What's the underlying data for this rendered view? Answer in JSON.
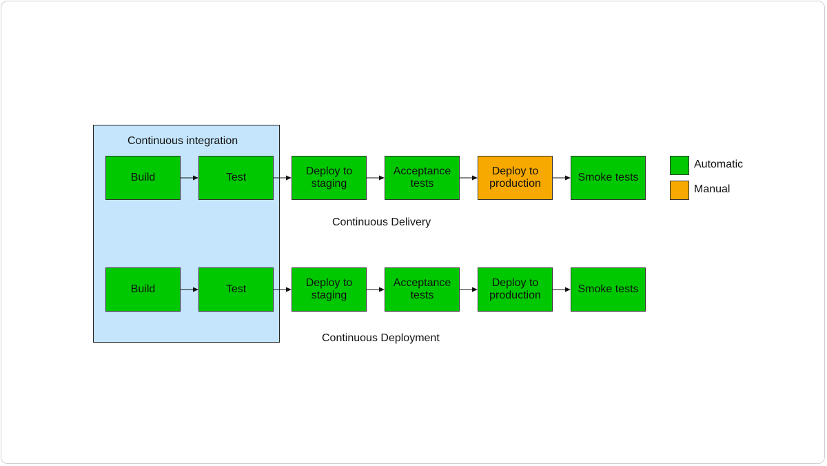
{
  "diagram": {
    "ci_label": "Continuous integration",
    "rows": [
      {
        "label": "Continuous Delivery",
        "stages": [
          {
            "label": "Build",
            "type": "automatic"
          },
          {
            "label": "Test",
            "type": "automatic"
          },
          {
            "label": "Deploy to\nstaging",
            "type": "automatic"
          },
          {
            "label": "Acceptance\ntests",
            "type": "automatic"
          },
          {
            "label": "Deploy to\nproduction",
            "type": "manual"
          },
          {
            "label": "Smoke tests",
            "type": "automatic"
          }
        ]
      },
      {
        "label": "Continuous Deployment",
        "stages": [
          {
            "label": "Build",
            "type": "automatic"
          },
          {
            "label": "Test",
            "type": "automatic"
          },
          {
            "label": "Deploy to\nstaging",
            "type": "automatic"
          },
          {
            "label": "Acceptance\ntests",
            "type": "automatic"
          },
          {
            "label": "Deploy to\nproduction",
            "type": "automatic"
          },
          {
            "label": "Smoke tests",
            "type": "automatic"
          }
        ]
      }
    ],
    "legend": {
      "automatic": {
        "label": "Automatic",
        "color": "#00c800"
      },
      "manual": {
        "label": "Manual",
        "color": "#f7a900"
      }
    },
    "colors": {
      "ci_region": "#c4e5fb",
      "border": "#333333"
    }
  }
}
